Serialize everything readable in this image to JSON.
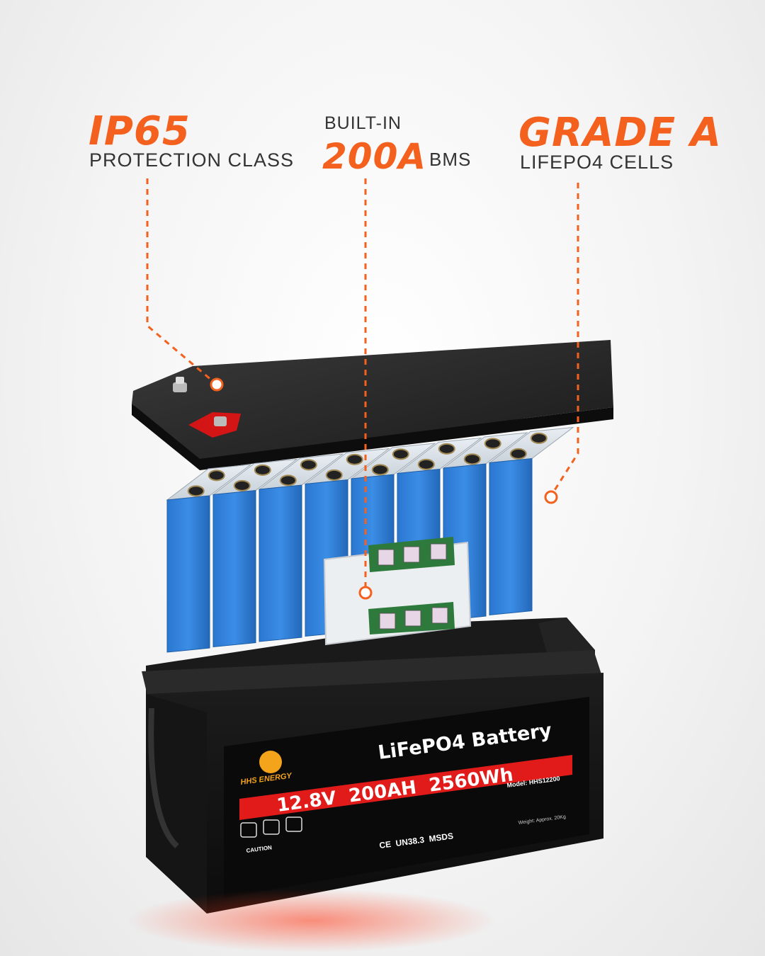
{
  "callouts": {
    "ip65": {
      "title": "IP65",
      "subtitle": "PROTECTION CLASS"
    },
    "bms": {
      "prefix": "BUILT-IN",
      "value": "200A",
      "suffix": "BMS"
    },
    "grade": {
      "title": "GRADE A",
      "subtitle": "LIFEPO4 CELLS"
    }
  },
  "battery": {
    "brand": "HHS ENERGY",
    "product": "LiFePO4 Battery",
    "specs": "12.8V  200AH  2560Wh",
    "model": "Model: HHS12200",
    "weight": "Weight: Approx. 20Kg",
    "certs": "CE  UN38.3  MSDS",
    "caution": "CAUTION"
  },
  "colors": {
    "accent": "#f4601d",
    "cell_blue": "#2f7fd6",
    "label_red": "#e11a1a"
  }
}
